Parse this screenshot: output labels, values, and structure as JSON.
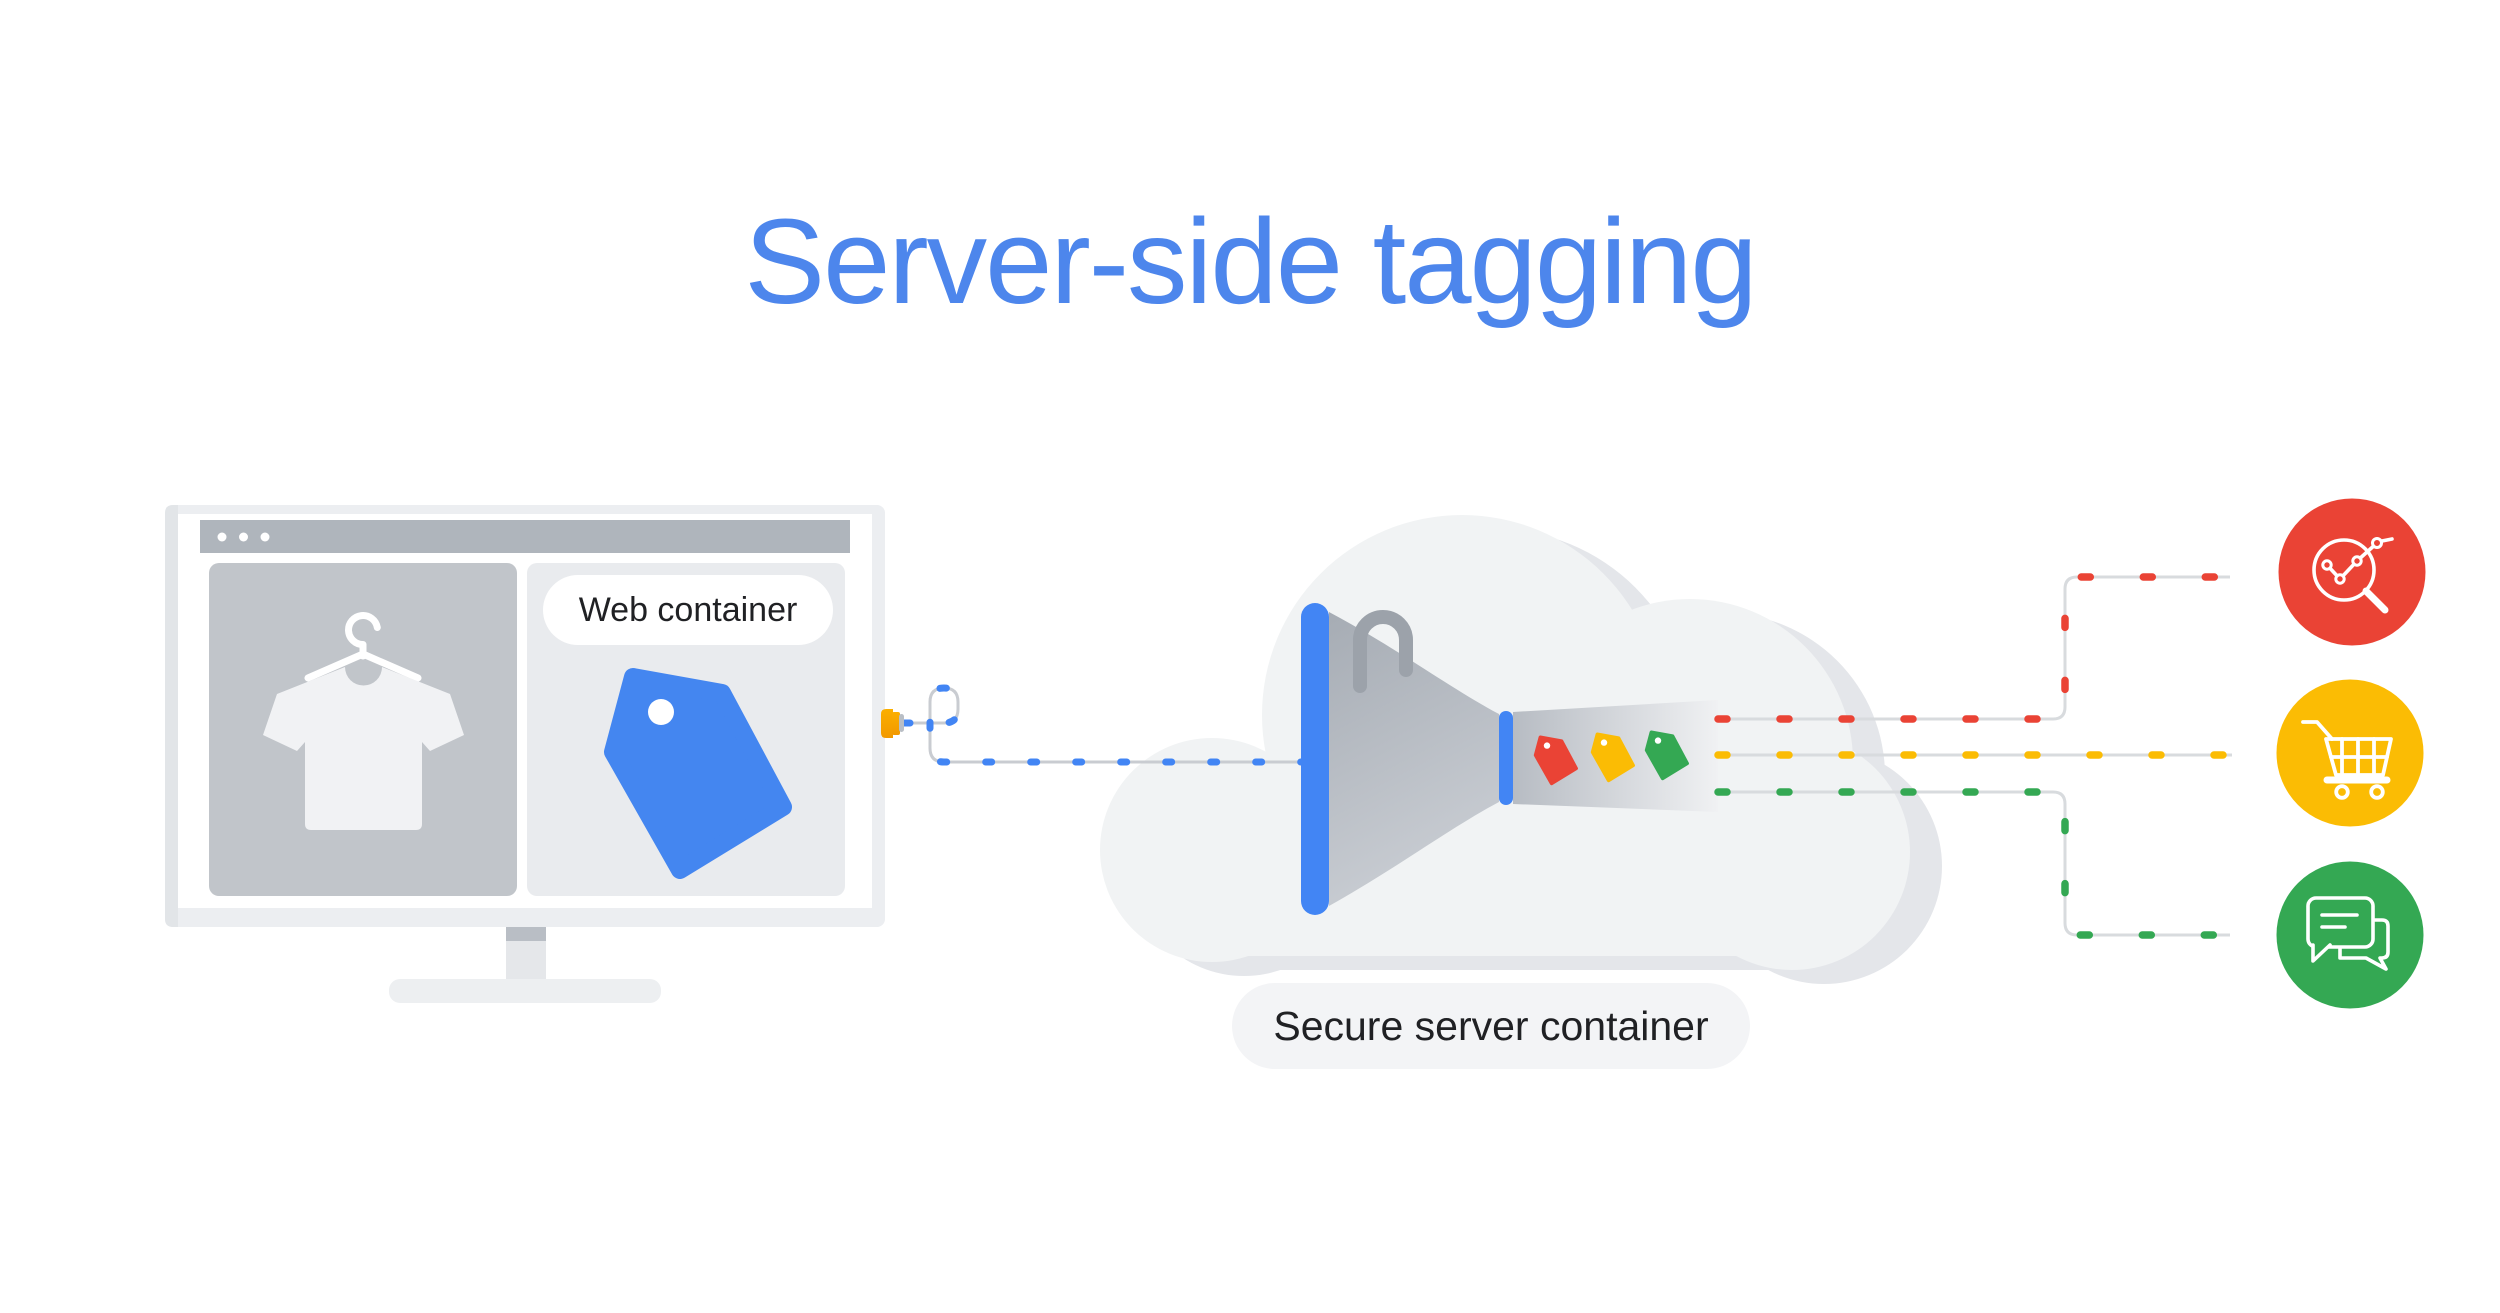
{
  "title": {
    "text": "Server-side tagging"
  },
  "labels": {
    "web_container": "Web container",
    "secure_server": "Secure server container"
  },
  "palette": {
    "title_blue": "#4D86EC",
    "blue": "#4285F4",
    "tag_blue": "#4486F0",
    "red": "#EA4335",
    "yellow": "#FBBC04",
    "green": "#34A853"
  },
  "destinations": [
    {
      "icon": "analytics-magnifier-icon",
      "color_key": "red"
    },
    {
      "icon": "shopping-cart-icon",
      "color_key": "yellow"
    },
    {
      "icon": "chat-messages-icon",
      "color_key": "green"
    }
  ]
}
